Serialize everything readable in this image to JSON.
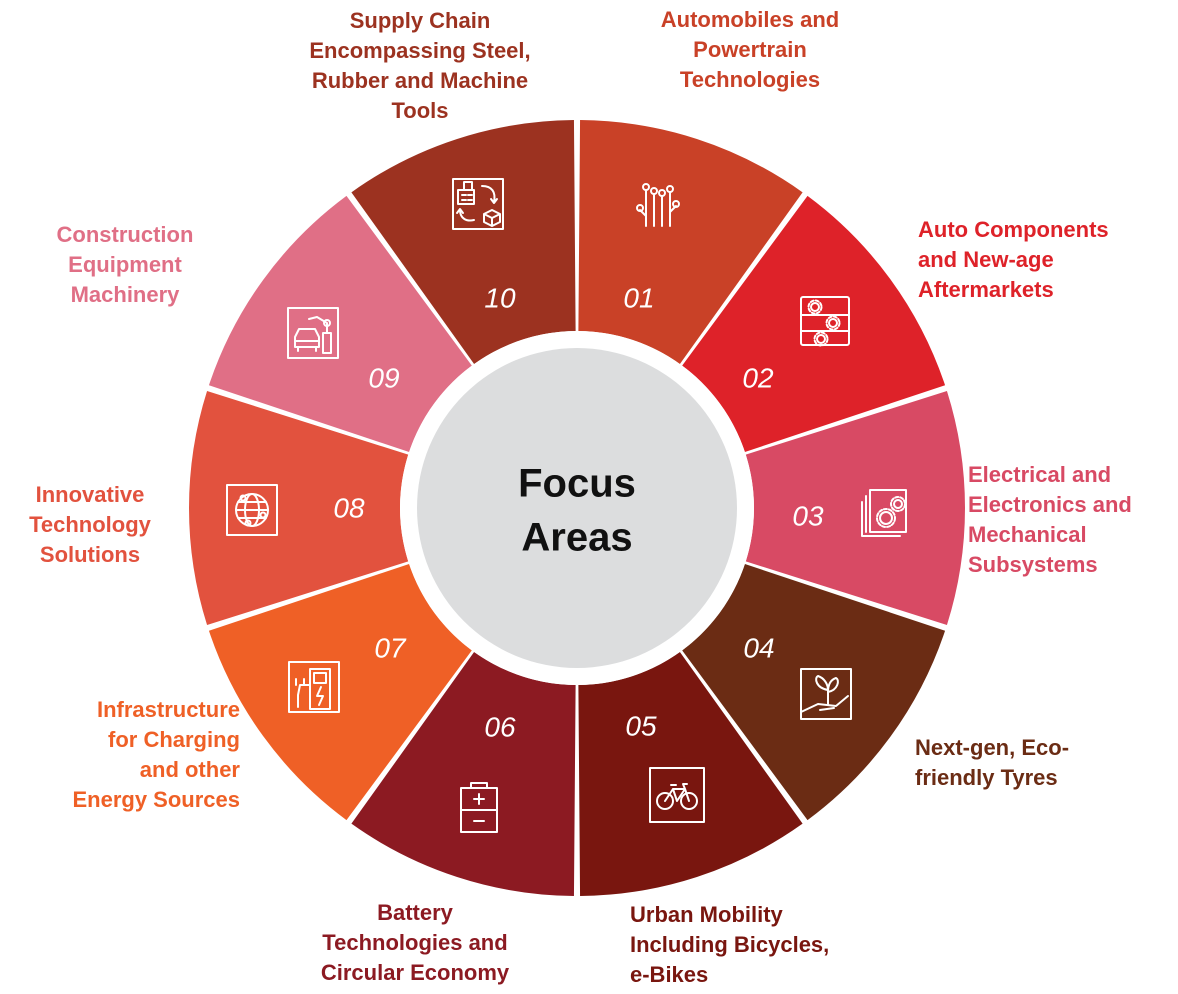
{
  "center_lines": [
    "Focus",
    "Areas"
  ],
  "segments": [
    {
      "num": "01",
      "icon": "circuit-icon",
      "color": "#C94127",
      "label_lines": [
        "Automobiles and",
        "Powertrain",
        "Technologies"
      ],
      "label_color": "#C94127"
    },
    {
      "num": "02",
      "icon": "gear-panel-icon",
      "color": "#DE2229",
      "label_lines": [
        "Auto Components",
        "and New-age",
        "Aftermarkets"
      ],
      "label_color": "#DE2229"
    },
    {
      "num": "03",
      "icon": "gears-layers-icon",
      "color": "#D84A64",
      "label_lines": [
        "Electrical and",
        "Electronics and",
        "Mechanical",
        "Subsystems"
      ],
      "label_color": "#D84A64"
    },
    {
      "num": "04",
      "icon": "plant-hand-icon",
      "color": "#6B2C14",
      "label_lines": [
        "Next-gen, Eco-",
        "friendly Tyres"
      ],
      "label_color": "#6B2C14"
    },
    {
      "num": "05",
      "icon": "bicycle-icon",
      "color": "#79160F",
      "label_lines": [
        "Urban Mobility",
        "Including Bicycles,",
        "e-Bikes"
      ],
      "label_color": "#79160F"
    },
    {
      "num": "06",
      "icon": "battery-icon",
      "color": "#8C1A22",
      "label_lines": [
        "Battery",
        "Technologies and",
        "Circular Economy"
      ],
      "label_color": "#8C1A22"
    },
    {
      "num": "07",
      "icon": "charging-station-icon",
      "color": "#EF6026",
      "label_lines": [
        "Infrastructure",
        "for Charging",
        "and other",
        "Energy Sources"
      ],
      "label_color": "#EF6026"
    },
    {
      "num": "08",
      "icon": "globe-network-icon",
      "color": "#E2523E",
      "label_lines": [
        "Innovative",
        "Technology",
        "Solutions"
      ],
      "label_color": "#E2523E"
    },
    {
      "num": "09",
      "icon": "robot-arm-car-icon",
      "color": "#E06F86",
      "label_lines": [
        "Construction",
        "Equipment",
        "Machinery"
      ],
      "label_color": "#E06F86"
    },
    {
      "num": "10",
      "icon": "supply-chain-icon",
      "color": "#9C3220",
      "label_lines": [
        "Supply Chain",
        "Encompassing Steel,",
        "Rubber and Machine",
        "Tools"
      ],
      "label_color": "#9C3220"
    }
  ]
}
